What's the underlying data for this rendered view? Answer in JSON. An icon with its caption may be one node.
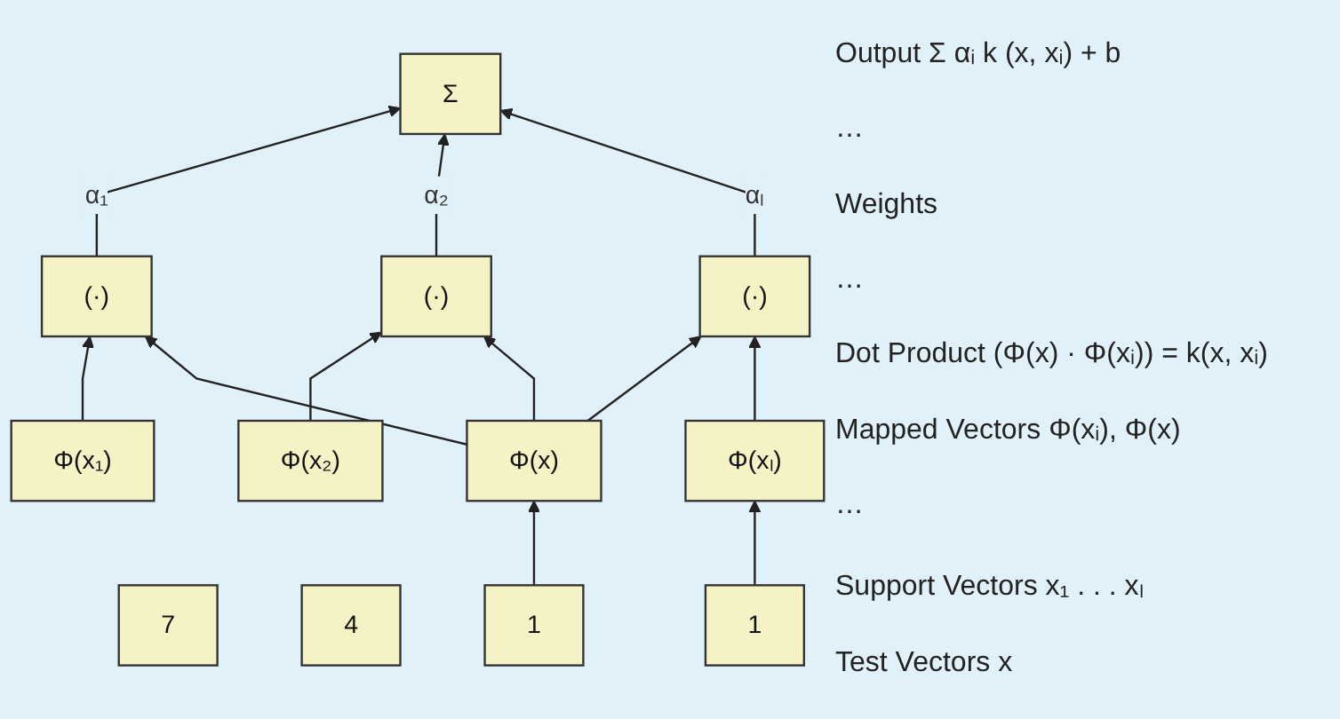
{
  "diagram": {
    "nodes": [
      {
        "text": [
          "Σ"
        ]
      },
      {
        "text": [
          "(·)"
        ]
      },
      {
        "text": [
          "(·)"
        ]
      },
      {
        "text": [
          "(·)"
        ]
      },
      {
        "text": [
          "Φ(x₁)"
        ]
      },
      {
        "text": [
          "Φ(x₂)"
        ]
      },
      {
        "text": [
          "Φ(x)"
        ]
      },
      {
        "text": [
          "Φ(xₗ)"
        ]
      },
      {
        "text": [
          "7"
        ]
      },
      {
        "text": [
          "4"
        ]
      },
      {
        "text": [
          "1"
        ]
      },
      {
        "text": [
          "1"
        ]
      }
    ],
    "edges": [
      {
        "from": 1,
        "to": 0,
        "arrow": "to",
        "label": "α₁"
      },
      {
        "from": 2,
        "to": 0,
        "arrow": "to",
        "label": "α₂"
      },
      {
        "from": 3,
        "to": 0,
        "arrow": "to",
        "label": "αₗ"
      },
      {
        "from": 4,
        "to": 1,
        "arrow": "to"
      },
      {
        "from": 6,
        "to": 1,
        "arrow": "to"
      },
      {
        "from": 5,
        "to": 2,
        "arrow": "to"
      },
      {
        "from": 6,
        "to": 2,
        "arrow": "to"
      },
      {
        "from": 6,
        "to": 3,
        "arrow": "to"
      },
      {
        "from": 7,
        "to": 3,
        "arrow": "to"
      },
      {
        "from": 10,
        "to": 7,
        "arrow": "to"
      },
      {
        "from": 11,
        "to": 6,
        "arrow": "to"
      }
    ],
    "labels": [
      "Output Σ αᵢ k (x, xᵢ) + b",
      "…",
      "Weights",
      "…",
      "Dot Product (Φ(x) · Φ(xᵢ)) = k(x, xᵢ)",
      "Mapped Vectors Φ(xᵢ), Φ(x)",
      "…",
      "Support Vectors x₁ . . . xₗ",
      "Test Vectors x"
    ]
  }
}
